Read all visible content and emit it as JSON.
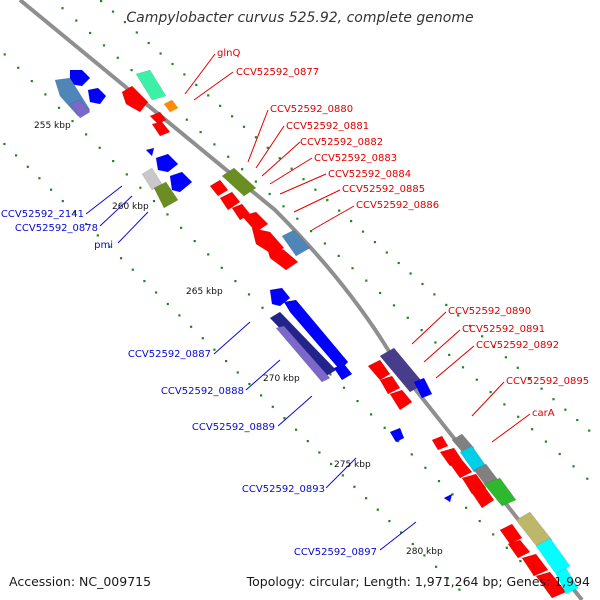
{
  "title": "Campylobacter curvus 525.92, complete genome",
  "accession": "Accession: NC_009715",
  "summary": "Topology: circular; Length: 1,971,264 bp; Genes: 1,994",
  "ticks": [
    "255 kbp",
    "260 kbp",
    "265 kbp",
    "270 kbp",
    "275 kbp",
    "280 kbp"
  ],
  "labels_forward": [
    "glnQ",
    "CCV52592_0877",
    "CCV52592_0880",
    "CCV52592_0881",
    "CCV52592_0882",
    "CCV52592_0883",
    "CCV52592_0884",
    "CCV52592_0885",
    "CCV52592_0886",
    "CCV52592_0890",
    "CCV52592_0891",
    "CCV52592_0892",
    "CCV52592_0895",
    "carA"
  ],
  "labels_reverse": [
    "CCV52592_2141",
    "CCV52592_0878",
    "pmi",
    "CCV52592_0887",
    "CCV52592_0888",
    "CCV52592_0889",
    "CCV52592_0893",
    "CCV52592_0897"
  ],
  "colors": {
    "forward_label": "#e00000",
    "reverse_label": "#0a0ad0",
    "backbone": "#8c8c8c",
    "gc_dots": "#1a8a1a",
    "gene_red": "#ff0000",
    "gene_blue": "#0000ff",
    "gene_navy": "#23238c",
    "gene_purple": "#7b68c8",
    "gene_steel": "#4f86b8",
    "gene_olive": "#6b8e23",
    "gene_teal": "#3cb371",
    "gene_cyan": "#00cfe8",
    "gene_khaki": "#bdb76b",
    "gene_orange": "#ff8c00",
    "gene_gray": "#808080",
    "gene_green": "#2eb82e"
  }
}
